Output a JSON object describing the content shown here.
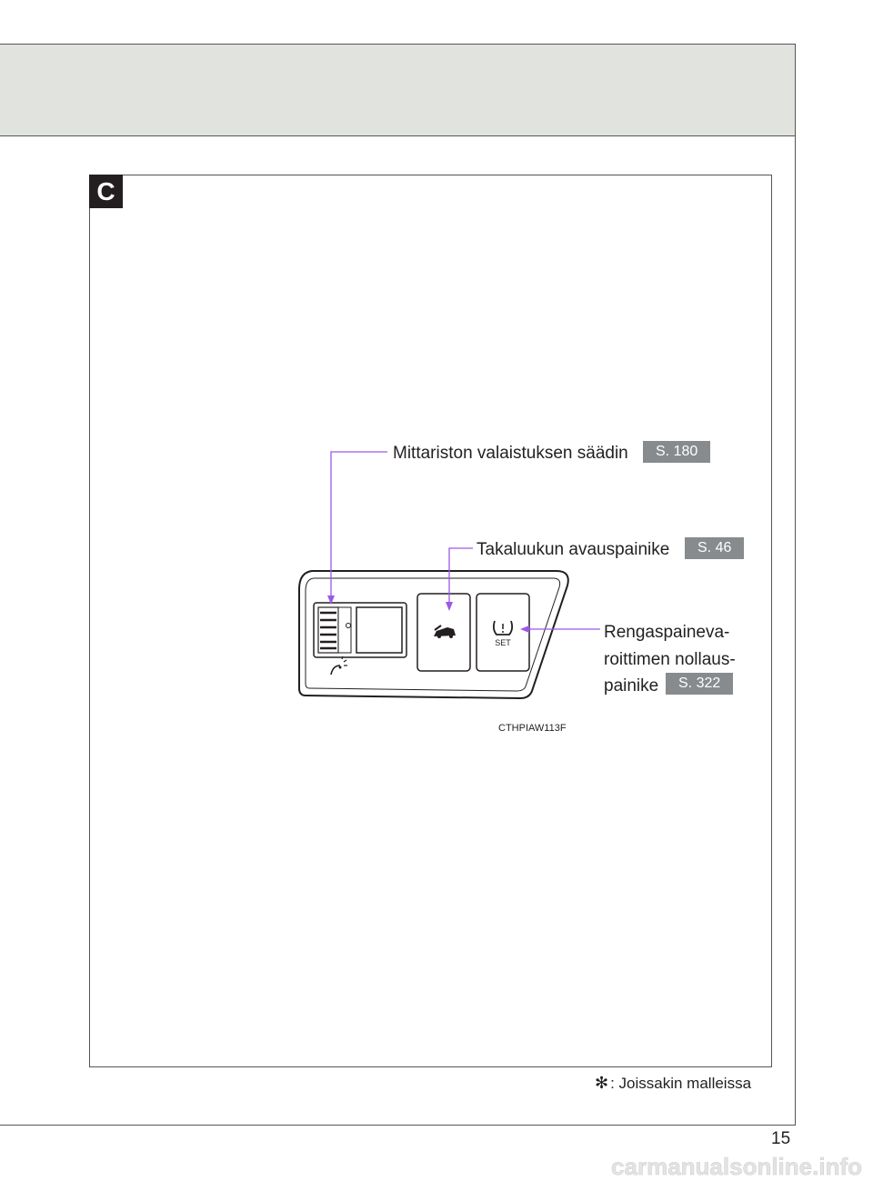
{
  "section": {
    "letter": "C"
  },
  "callouts": {
    "illumination": {
      "label": "Mittariston valaistuksen säädin",
      "ref": "S. 180"
    },
    "trunk": {
      "label": "Takaluukun avauspainike",
      "ref": "S. 46"
    },
    "tpms": {
      "label_line1": "Rengaspaineva-",
      "label_line2": "roittimen nollaus-",
      "label_line3": "painike",
      "ref": "S. 322"
    }
  },
  "diagram": {
    "code": "CTHPIAW113F",
    "set_button_text": "SET"
  },
  "footnote": {
    "marker": "✻",
    "text": ": Joissakin malleissa"
  },
  "page": {
    "number": "15"
  },
  "watermark": {
    "text": "carmanualsonline.info"
  },
  "colors": {
    "callout_line": "#9b59e6",
    "header_band": "#e1e3df",
    "badge": "#878b8d"
  }
}
